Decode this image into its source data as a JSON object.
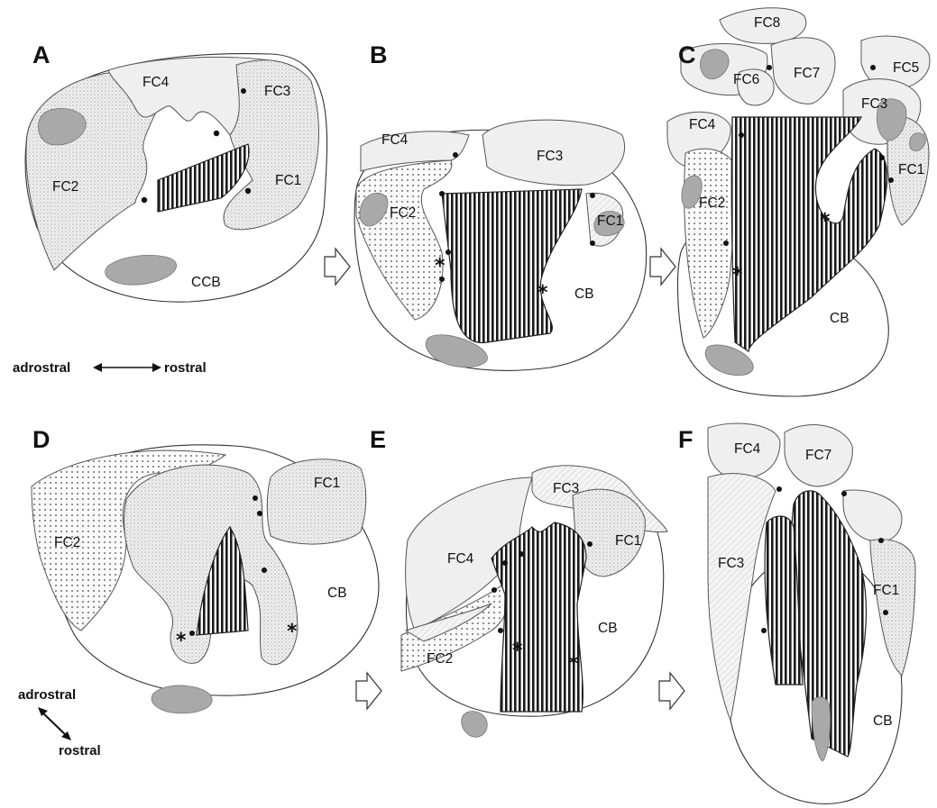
{
  "panels": [
    {
      "letter": "A",
      "labels": {
        "fc4": "FC4",
        "fc3": "FC3",
        "fc2": "FC2",
        "fc1": "FC1",
        "ccb": "CCB"
      }
    },
    {
      "letter": "B",
      "labels": {
        "fc4": "FC4",
        "fc3": "FC3",
        "fc2": "FC2",
        "fc1": "FC1",
        "cb": "CB"
      },
      "asterisks": [
        "*",
        "*"
      ]
    },
    {
      "letter": "C",
      "labels": {
        "fc8": "FC8",
        "fc7": "FC7",
        "fc6": "FC6",
        "fc5": "FC5",
        "fc4": "FC4",
        "fc3": "FC3",
        "fc2": "FC2",
        "fc1": "FC1",
        "cb": "CB"
      },
      "asterisks": [
        "*",
        "*"
      ]
    },
    {
      "letter": "D",
      "labels": {
        "fc2": "FC2",
        "fc1": "FC1",
        "cb": "CB"
      },
      "asterisks": [
        "*",
        "*"
      ]
    },
    {
      "letter": "E",
      "labels": {
        "fc4": "FC4",
        "fc3": "FC3",
        "fc2": "FC2",
        "fc1": "FC1",
        "cb": "CB"
      },
      "asterisks": [
        "*",
        "*"
      ]
    },
    {
      "letter": "F",
      "labels": {
        "fc4": "FC4",
        "fc7": "FC7",
        "fc3": "FC3",
        "fc1": "FC1",
        "cb": "CB"
      }
    }
  ],
  "orientation_top": {
    "left": "adrostral",
    "right": "rostral"
  },
  "orientation_bottom": {
    "left": "adrostral",
    "right": "rostral"
  },
  "colors": {
    "fiber": "#1a1a1a",
    "cartilage_fill": "#efefef",
    "blob": "#a9a9a9",
    "outline": "#333333"
  }
}
